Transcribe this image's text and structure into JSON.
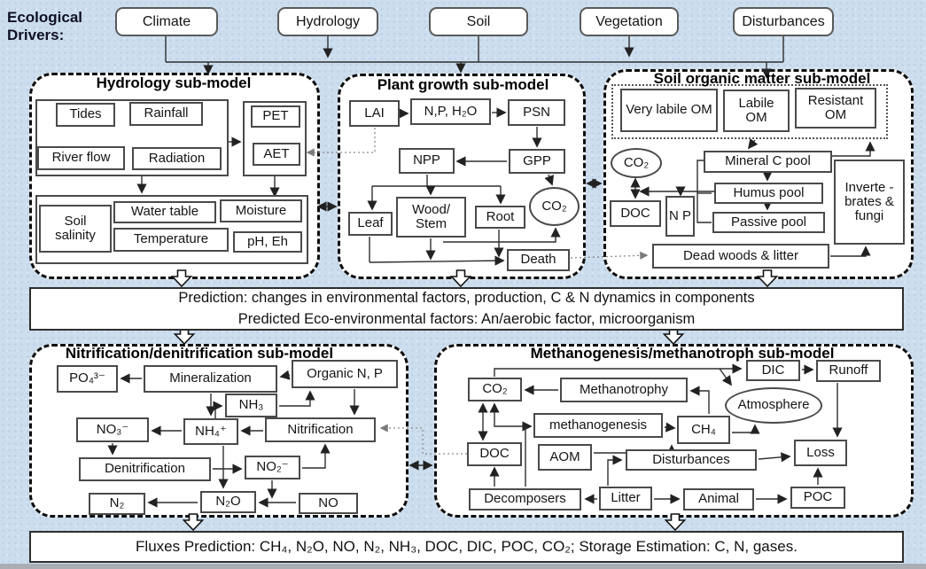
{
  "drivers": {
    "label": "Ecological Drivers:",
    "items": [
      "Climate",
      "Hydrology",
      "Soil",
      "Vegetation",
      "Disturbances"
    ]
  },
  "hydrology": {
    "title": "Hydrology sub-model",
    "boxes": {
      "tides": "Tides",
      "rainfall": "Rainfall",
      "river_flow": "River flow",
      "radiation": "Radiation",
      "pet": "PET",
      "aet": "AET",
      "soil_salinity": "Soil salinity",
      "water_table": "Water table",
      "moisture": "Moisture",
      "temperature": "Temperature",
      "ph_eh": "pH, Eh"
    }
  },
  "plant": {
    "title": "Plant growth sub-model",
    "boxes": {
      "lai": "LAI",
      "n_p_h2o": "N,P, H₂O",
      "psn": "PSN",
      "npp": "NPP",
      "gpp": "GPP",
      "leaf": "Leaf",
      "wood_stem": "Wood/ Stem",
      "root": "Root",
      "co2": "CO₂",
      "death": "Death"
    }
  },
  "som": {
    "title": "Soil organic matter sub-model",
    "boxes": {
      "very_labile_om": "Very labile OM",
      "labile_om": "Labile OM",
      "resistant_om": "Resistant OM",
      "co2": "CO₂",
      "mineral_c_pool": "Mineral C pool",
      "humus_pool": "Humus pool",
      "passive_pool": "Passive pool",
      "doc": "DOC",
      "n_p": "N P",
      "invertebrates": "Inverte -brates & fungi",
      "dead_woods": "Dead woods & litter"
    }
  },
  "prediction_bar": {
    "line1": "Prediction: changes in environmental factors, production, C & N dynamics in components",
    "line2": "Predicted Eco-environmental factors: An/aerobic factor, microorganism"
  },
  "nitrification": {
    "title": "Nitrification/denitrification sub-model",
    "boxes": {
      "po4": "PO₄³⁻",
      "mineralization": "Mineralization",
      "organic_np": "Organic N, P",
      "nh3": "NH₃",
      "no3": "NO₃⁻",
      "nh4": "NH₄⁺",
      "nitrification": "Nitrification",
      "denitrification": "Denitrification",
      "no2": "NO₂⁻",
      "n2": "N₂",
      "n2o": "N₂O",
      "no": "NO"
    }
  },
  "methano": {
    "title": "Methanogenesis/methanotroph sub-model",
    "boxes": {
      "dic": "DIC",
      "runoff": "Runoff",
      "co2": "CO₂",
      "methanotrophy": "Methanotrophy",
      "atmosphere": "Atmosphere",
      "methanogenesis": "methanogenesis",
      "ch4": "CH₄",
      "doc": "DOC",
      "aom": "AOM",
      "disturbances": "Disturbances",
      "loss": "Loss",
      "decomposers": "Decomposers",
      "litter": "Litter",
      "animal": "Animal",
      "poc": "POC"
    }
  },
  "flux_bar": {
    "text": "Fluxes Prediction: CH₄, N₂O, NO, N₂, NH₃, DOC, DIC, POC, CO₂; Storage Estimation: C, N, gases."
  }
}
